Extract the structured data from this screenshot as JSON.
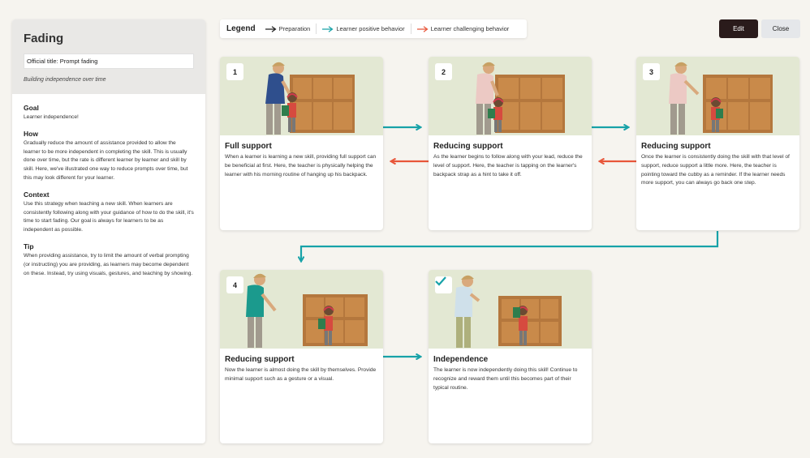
{
  "sidebar": {
    "title": "Fading",
    "official_title": "Official title: Prompt fading",
    "subtitle": "Building independence over time",
    "sections": [
      {
        "heading": "Goal",
        "text": "Learner independence!"
      },
      {
        "heading": "How",
        "text": "Gradually reduce the amount of assistance provided to allow the learner to be more independent in completing the skill. This is usually done over time, but the rate is different learner by learner and skill by skill. Here, we've illustrated one way to reduce prompts over time, but this may look different for your learner."
      },
      {
        "heading": "Context",
        "text": "Use this strategy when teaching a new skill. When learners are consistently following along with your guidance of how to do the skill, it's time to start fading. Our goal is always for learners to be as independent as possible."
      },
      {
        "heading": "Tip",
        "text": "When providing assistance, try to limit the amount of verbal prompting (or instructing) you are providing, as learners may become dependent on these. Instead, try using visuals, gestures, and teaching by showing."
      }
    ]
  },
  "legend": {
    "title": "Legend",
    "items": [
      {
        "label": "Preparation",
        "color": "#222222"
      },
      {
        "label": "Learner positive behavior",
        "color": "#17a2a8"
      },
      {
        "label": "Learner challenging behavior",
        "color": "#e8563a"
      }
    ]
  },
  "toolbar": {
    "edit_label": "Edit",
    "close_label": "Close"
  },
  "cards": [
    {
      "badge": "1",
      "heading": "Full support",
      "text": "When a learner is learning a new skill, providing full support can be beneficial at first. Here, the teacher is physically helping the learner with his morning routine of hanging up his backpack."
    },
    {
      "badge": "2",
      "heading": "Reducing support",
      "text": "As the learner begins to follow along with your lead, reduce the level of support. Here, the teacher is tapping on the learner's backpack strap as a hint to take it off."
    },
    {
      "badge": "3",
      "heading": "Reducing support",
      "text": "Once the learner is consistently doing the skill with that level of support, reduce support a little more. Here, the teacher is pointing toward the cubby as a reminder. If the learner needs more support, you can always go back one step."
    },
    {
      "badge": "4",
      "heading": "Reducing support",
      "text": "Now the learner is almost doing the skill by themselves. Provide minimal support such as a gesture or a visual."
    },
    {
      "badge": "check-icon",
      "heading": "Independence",
      "text": "The learner is now independently doing this skill! Continue to recognize and reward them until this becomes part of their typical routine."
    }
  ],
  "colors": {
    "teal": "#17a2a8",
    "orange": "#e8563a",
    "image_bg": "#e3e8d3"
  }
}
